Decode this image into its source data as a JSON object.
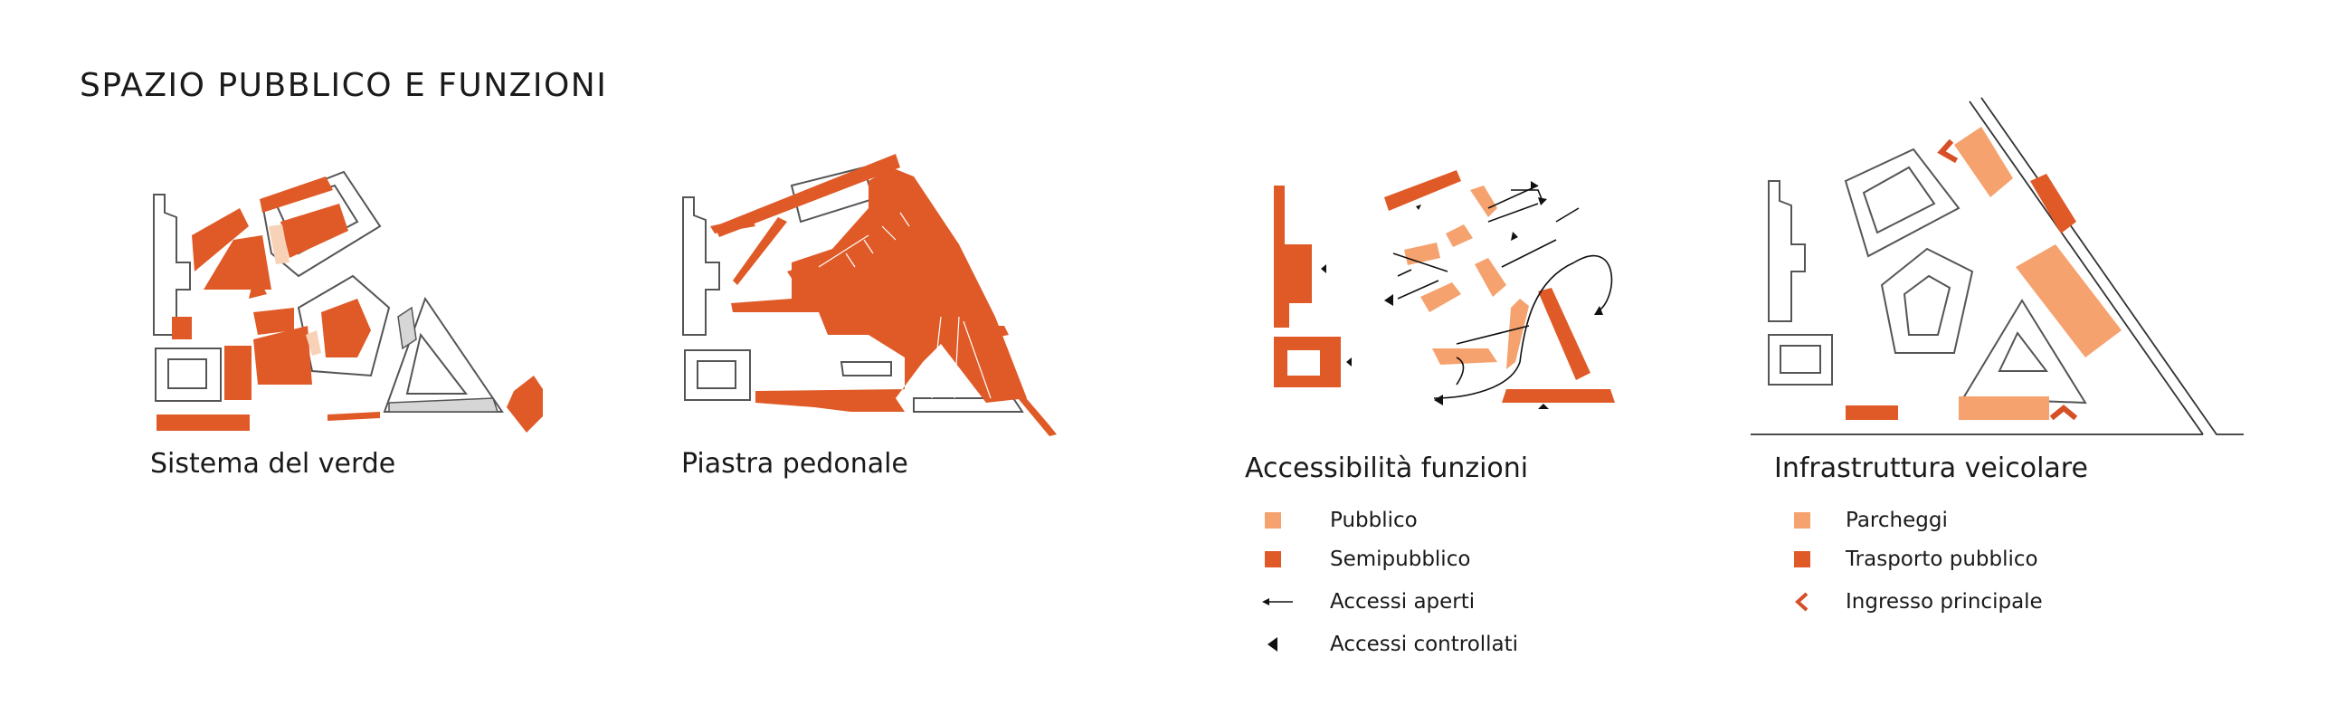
{
  "title": "SPAZIO PUBBLICO E FUNZIONI",
  "colors": {
    "dark_orange": "#e05a28",
    "light_orange": "#f5a26e",
    "pale_orange": "#f8d2b6",
    "outline": "#555555",
    "gray_fill": "#d6d6d6"
  },
  "panels": [
    {
      "caption": "Sistema del verde"
    },
    {
      "caption": "Piastra pedonale"
    },
    {
      "caption": "Accessibilità funzioni",
      "legend": [
        {
          "icon": "light-square-icon",
          "label": "Pubblico"
        },
        {
          "icon": "dark-square-icon",
          "label": "Semipubblico"
        },
        {
          "icon": "arrow-icon",
          "label": "Accessi aperti"
        },
        {
          "icon": "triangle-icon",
          "label": "Accessi controllati"
        }
      ]
    },
    {
      "caption": "Infrastruttura veicolare",
      "legend": [
        {
          "icon": "light-square-icon",
          "label": "Parcheggi"
        },
        {
          "icon": "dark-square-icon",
          "label": "Trasporto pubblico"
        },
        {
          "icon": "chevron-icon",
          "label": "Ingresso principale"
        }
      ]
    }
  ]
}
